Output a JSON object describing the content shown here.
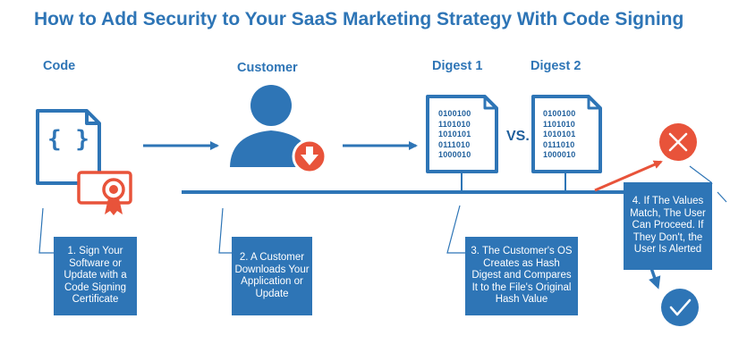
{
  "title": "How to Add Security to Your SaaS Marketing Strategy With Code Signing",
  "headings": {
    "code": "Code",
    "customer": "Customer",
    "digest1": "Digest 1",
    "digest2": "Digest 2"
  },
  "vs_label": "VS.",
  "code_braces": "{ }",
  "digest1_lines": [
    "0100100",
    "1101010",
    "1010101",
    "0111010",
    "1000010"
  ],
  "digest2_lines": [
    "0100100",
    "1101010",
    "1010101",
    "0111010",
    "1000010"
  ],
  "steps": {
    "step1": "1. Sign Your Software or Update with a Code Signing Certificate",
    "step2": "2. A Customer Downloads Your Application or Update",
    "step3": "3. The Customer's OS Creates as Hash Digest and Compares It to the File's Original Hash Value",
    "step4": "4. If The Values Match, The User Can Proceed. If They Don't, the User Is Alerted"
  },
  "colors": {
    "primary_blue": "#2e75b6",
    "dark_blue": "#1f5f9c",
    "accent_orange": "#e8533a"
  },
  "icons": [
    "code-file-icon",
    "certificate-icon",
    "customer-icon",
    "download-icon",
    "digest-file-icon",
    "x-icon",
    "check-icon"
  ]
}
